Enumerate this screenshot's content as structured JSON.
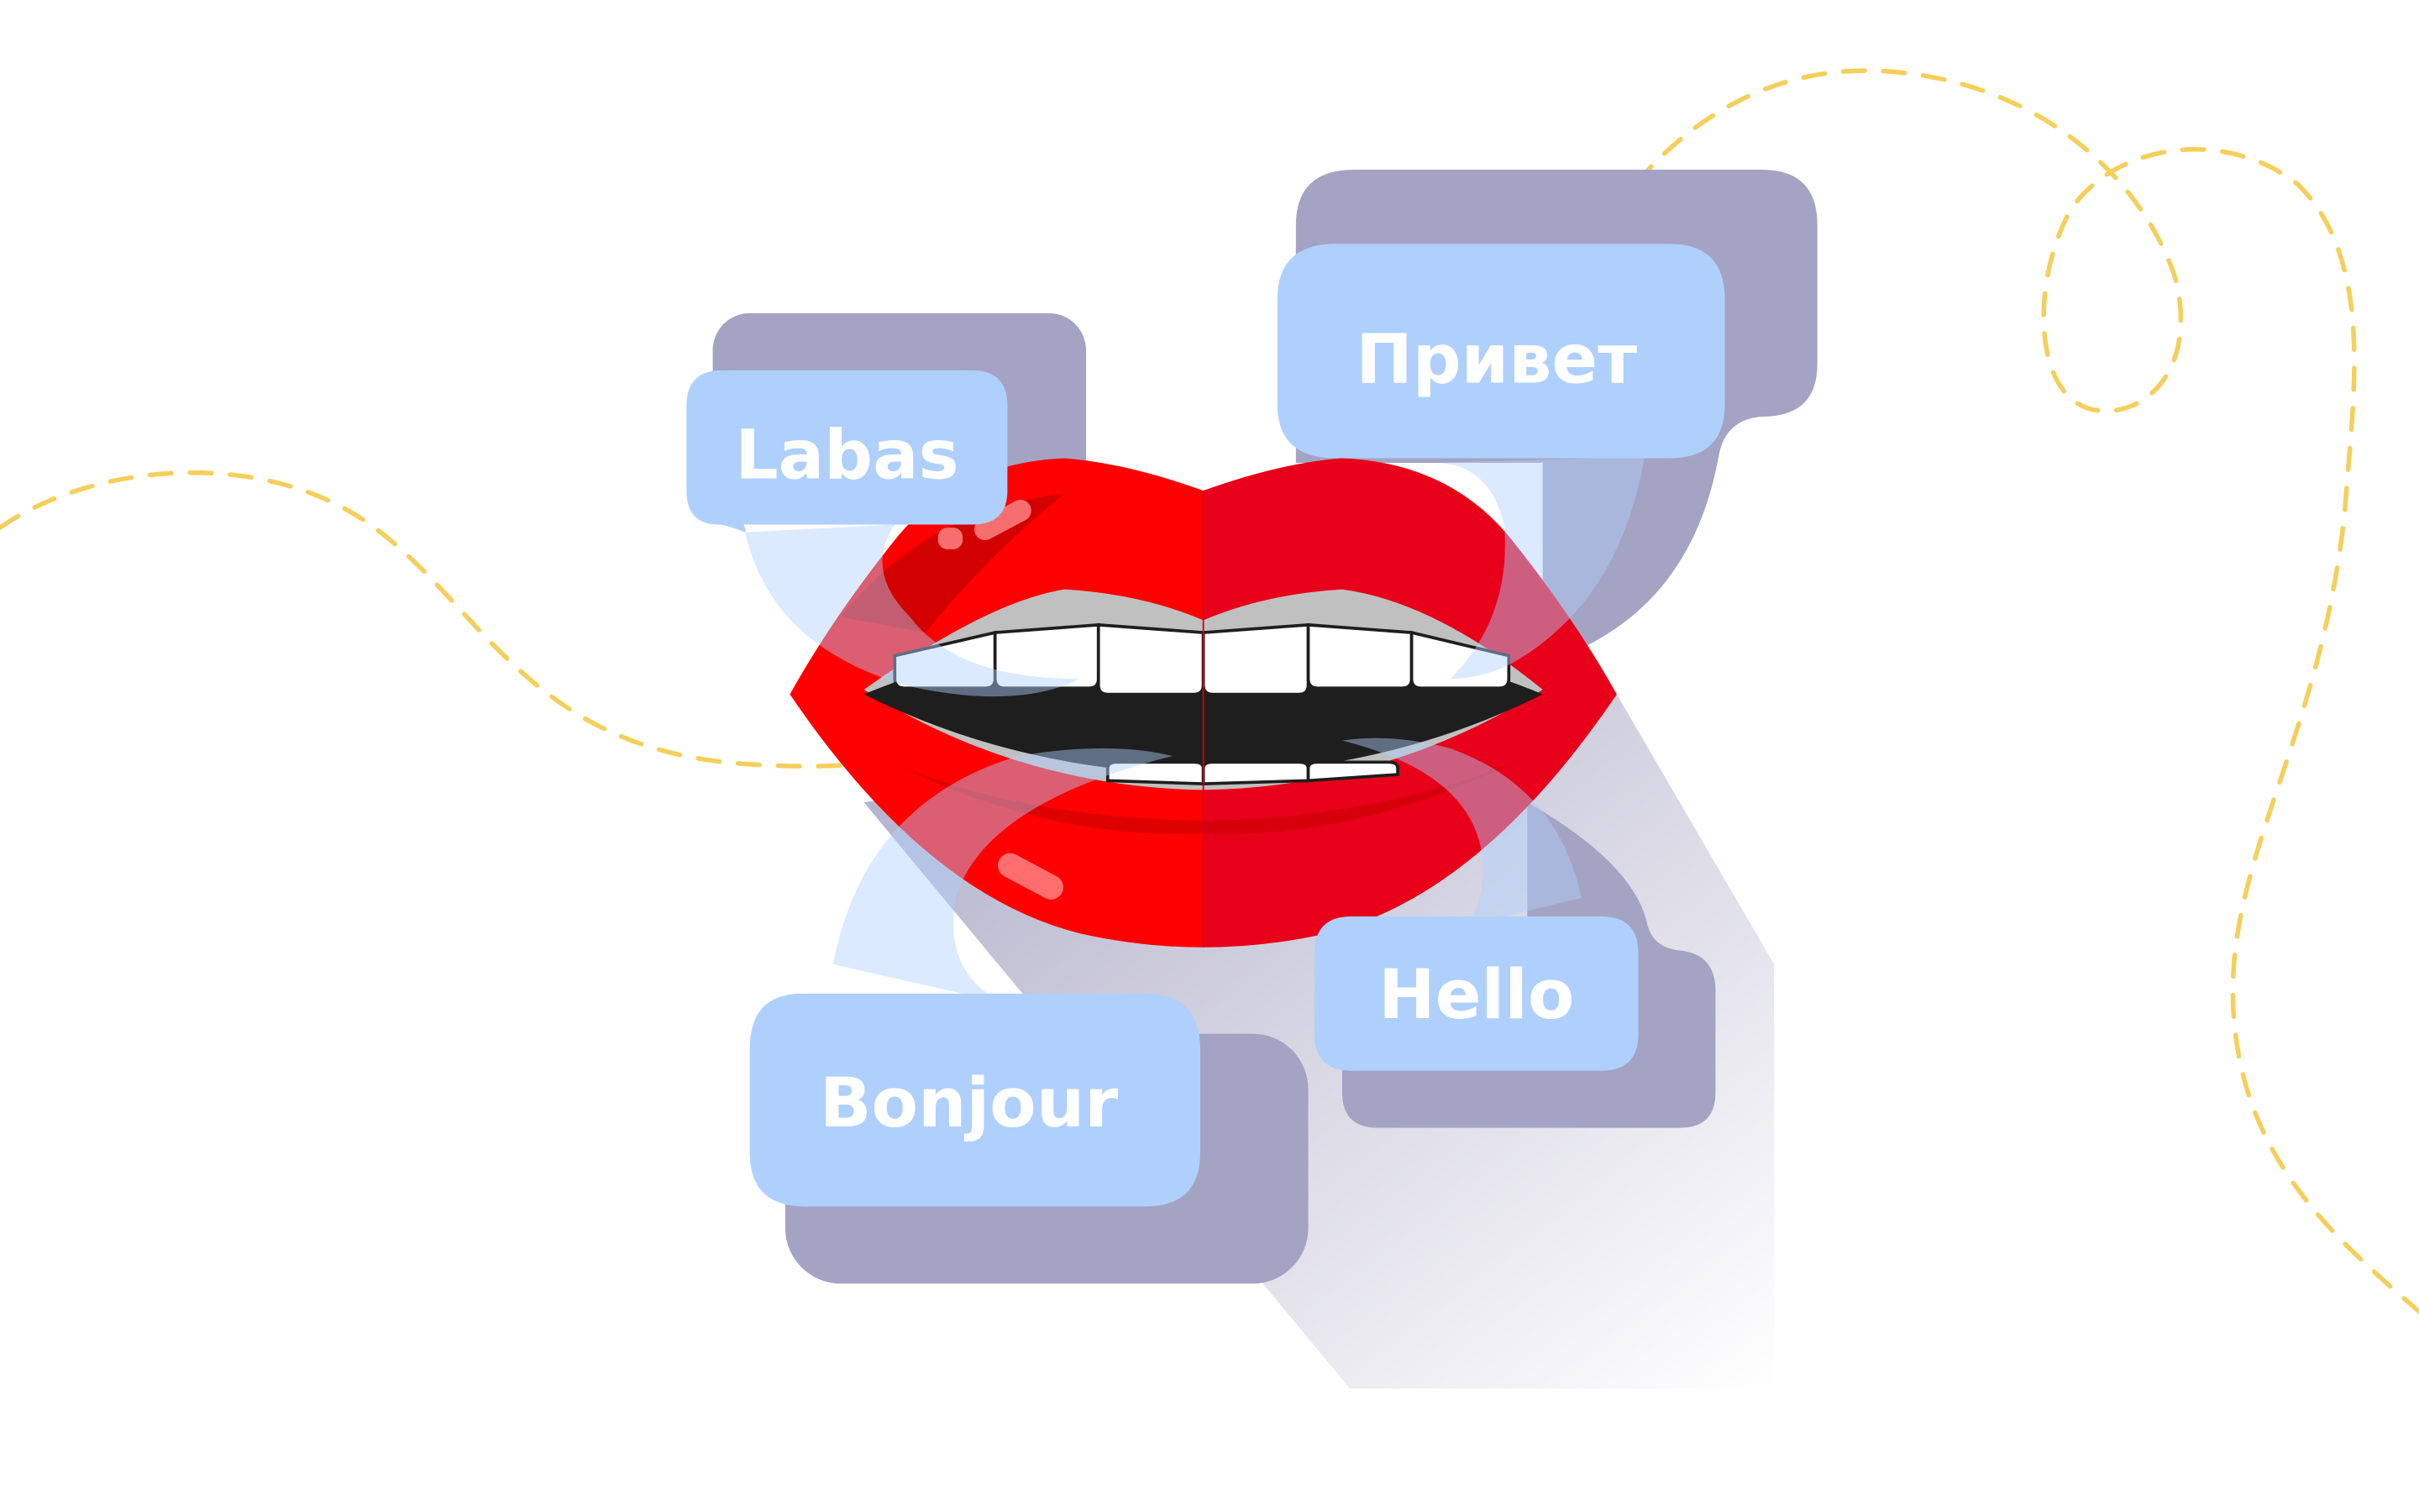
{
  "greetings": {
    "labas": "Labas",
    "privet": "Привет",
    "bonjour": "Bonjour",
    "hello": "Hello"
  },
  "colors": {
    "background": "#ffffff",
    "bubble": "#afd0fc",
    "bubble_shadow": "#a5a3c3",
    "lip_light": "#ff0000",
    "lip_dark": "#e8001a",
    "lip_shade": "#c80000",
    "mouth": "#1e1e1e",
    "teeth": "#ffffff",
    "dashed_path": "#f5cf5a"
  },
  "icons": {
    "lips": "lips-illustration",
    "paths": "dashed-path-decoration"
  }
}
